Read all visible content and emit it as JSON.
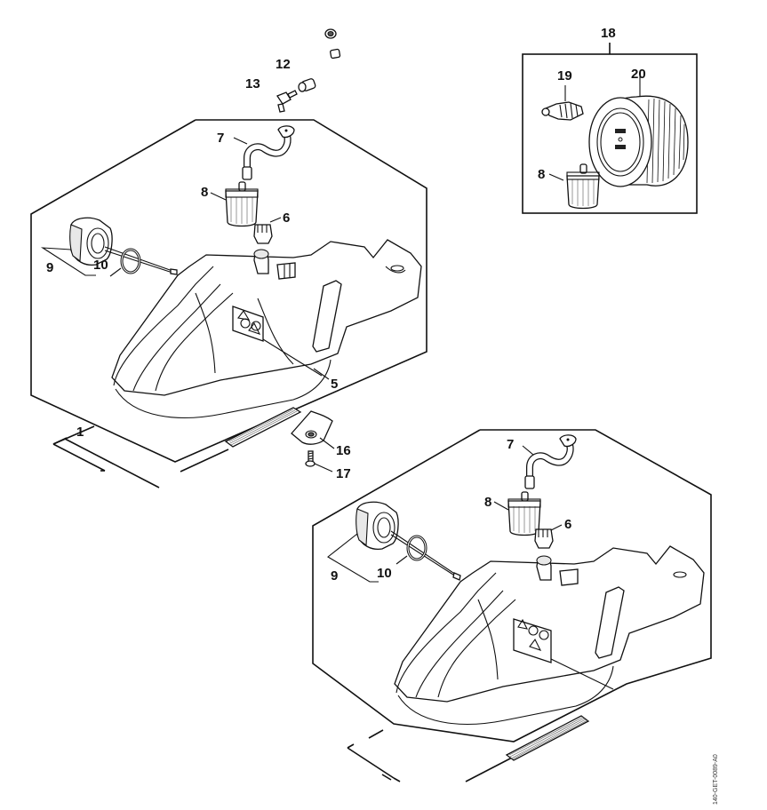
{
  "diagram": {
    "type": "exploded-parts-view",
    "document_id": "140-GET-0089-A0",
    "callouts": {
      "p1": "1",
      "p5": "5",
      "p6_top": "6",
      "p7_top": "7",
      "p8_top": "8",
      "p9_top": "9",
      "p10_top": "10",
      "p12": "12",
      "p13": "13",
      "p16": "16",
      "p17": "17",
      "p18": "18",
      "p19": "19",
      "p20": "20",
      "p8_kit": "8",
      "p6_bot": "6",
      "p7_bot": "7",
      "p8_bot": "8",
      "p9_bot": "9",
      "p10_bot": "10"
    },
    "groups": [
      {
        "name": "upper-assembly",
        "parts": [
          "1",
          "5",
          "6",
          "7",
          "8",
          "9",
          "10",
          "16",
          "17"
        ]
      },
      {
        "name": "fuel-line-fittings",
        "parts": [
          "12",
          "13"
        ]
      },
      {
        "name": "filter-kit",
        "parts": [
          "18",
          "19",
          "20",
          "8"
        ]
      },
      {
        "name": "lower-assembly",
        "parts": [
          "6",
          "7",
          "8",
          "9",
          "10"
        ]
      }
    ]
  }
}
